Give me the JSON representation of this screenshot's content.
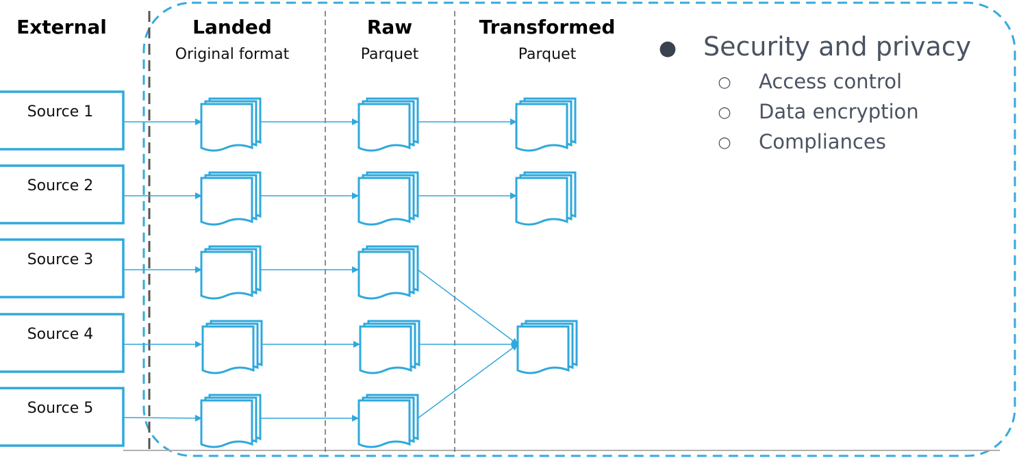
{
  "columns": {
    "external": {
      "title": "External"
    },
    "landed": {
      "title": "Landed",
      "subtitle": "Original format"
    },
    "raw": {
      "title": "Raw",
      "subtitle": "Parquet"
    },
    "transformed": {
      "title": "Transformed",
      "subtitle": "Parquet"
    }
  },
  "sources": [
    {
      "label": "Source 1"
    },
    {
      "label": "Source 2"
    },
    {
      "label": "Source 3"
    },
    {
      "label": "Source 4"
    },
    {
      "label": "Source 5"
    }
  ],
  "notes": {
    "heading": "Security and privacy",
    "items": [
      {
        "label": "Access control"
      },
      {
        "label": "Data encryption"
      },
      {
        "label": "Compliances"
      }
    ]
  },
  "colors": {
    "accent": "#2fa8dc",
    "zone_border": "#36a9dd",
    "divider": "#555555",
    "text_dark": "#000000",
    "text_muted": "#4a5361"
  },
  "icons": {
    "file_stack": "stacked-documents-icon",
    "bullet": "filled-circle-bullet",
    "sub_bullet": "hollow-circle-bullet"
  }
}
